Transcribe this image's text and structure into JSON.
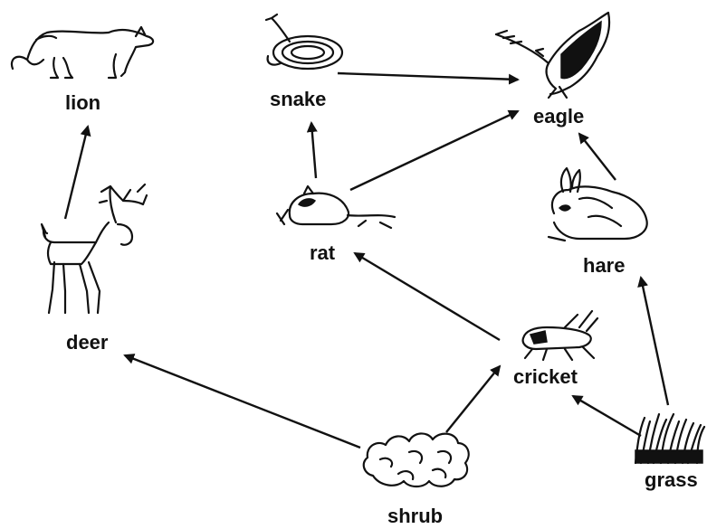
{
  "organisms": {
    "lion": "lion",
    "snake": "snake",
    "eagle": "eagle",
    "rat": "rat",
    "hare": "hare",
    "deer": "deer",
    "cricket": "cricket",
    "grass": "grass",
    "shrub": "shrub"
  },
  "links": [
    {
      "from": "deer",
      "to": "lion"
    },
    {
      "from": "rat",
      "to": "snake"
    },
    {
      "from": "snake",
      "to": "eagle"
    },
    {
      "from": "rat",
      "to": "eagle"
    },
    {
      "from": "hare",
      "to": "eagle"
    },
    {
      "from": "cricket",
      "to": "rat"
    },
    {
      "from": "grass",
      "to": "hare"
    },
    {
      "from": "grass",
      "to": "cricket"
    },
    {
      "from": "shrub",
      "to": "cricket"
    },
    {
      "from": "shrub",
      "to": "deer"
    }
  ],
  "icons": {
    "lion": "lion-icon",
    "snake": "snake-icon",
    "eagle": "eagle-icon",
    "rat": "rat-icon",
    "hare": "hare-icon",
    "deer": "deer-icon",
    "cricket": "cricket-icon",
    "grass": "grass-icon",
    "shrub": "shrub-icon"
  }
}
